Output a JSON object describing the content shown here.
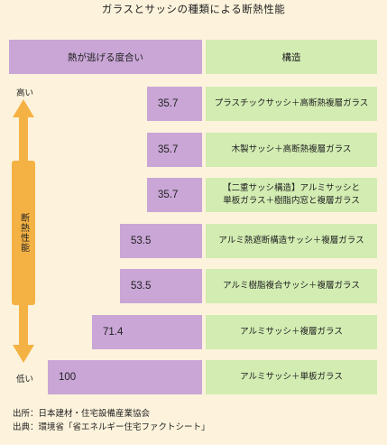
{
  "title": "ガラスとサッシの種類による断熱性能",
  "header": {
    "left": "熱が逃げる度合い",
    "right": "構造"
  },
  "axis": {
    "high": "高い",
    "low": "低い",
    "label": "断熱性能"
  },
  "chart_data": {
    "type": "bar",
    "orientation": "horizontal",
    "categories": [
      "プラスチックサッシ＋高断熱複層ガラス",
      "木製サッシ＋高断熱複層ガラス",
      "【二重サッシ構造】アルミサッシと\n単板ガラス＋樹脂内窓と複層ガラス",
      "アルミ熱遮断構造サッシ＋複層ガラス",
      "アルミ樹脂複合サッシ＋複層ガラス",
      "アルミサッシ＋複層ガラス",
      "アルミサッシ＋単板ガラス"
    ],
    "values": [
      35.7,
      35.7,
      35.7,
      53.5,
      53.5,
      71.4,
      100
    ],
    "value_labels": [
      "35.7",
      "35.7",
      "35.7",
      "53.5",
      "53.5",
      "71.4",
      "100"
    ],
    "xlim": [
      0,
      100
    ],
    "bar_color": "#c9a6d6",
    "label_color": "#d2ecb2",
    "arrow_color": "#f5b244"
  },
  "sources": [
    "出所：日本建材・住宅設備産業協会",
    "出典：環境省「省エネルギー住宅ファクトシート」"
  ]
}
